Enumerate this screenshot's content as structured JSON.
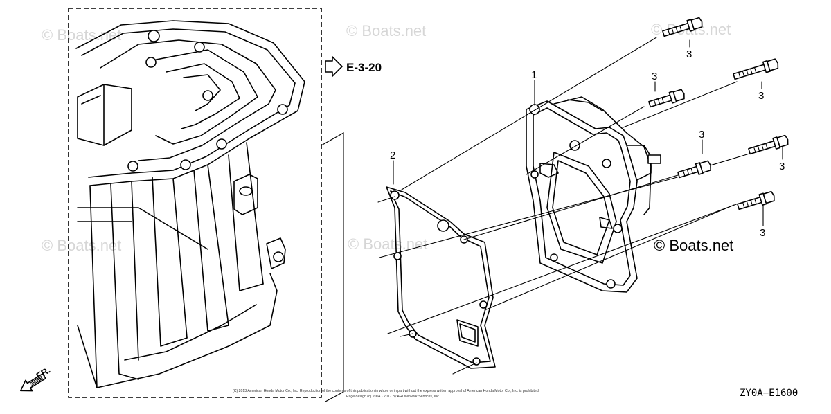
{
  "watermarks": [
    "© Boats.net",
    "© Boats.net",
    "© Boats.net",
    "© Boats.net",
    "© Boats.net"
  ],
  "watermark_main": "© Boats.net",
  "reference": {
    "label": "E-3-20"
  },
  "callouts": {
    "part_1": "1",
    "part_2": "2",
    "bolt_a": "3",
    "bolt_b": "3",
    "bolt_c": "3",
    "bolt_d": "3",
    "bolt_e": "3",
    "bolt_f": "3"
  },
  "direction_label": "FR.",
  "diagram_code": "ZY0A−E1600",
  "copyright_line_1": "(C) 2013 American Honda Motor Co., Inc. Reproduction of the contents of this publication in whole or in part without the express written approval of American Honda Motor Co., Inc. is prohibited.",
  "copyright_line_2": "Page design (c) 2004 - 2017 by ARI Network Services, Inc.",
  "colors": {
    "line": "#000000",
    "watermark": "#d6d6d6",
    "background": "#ffffff"
  }
}
